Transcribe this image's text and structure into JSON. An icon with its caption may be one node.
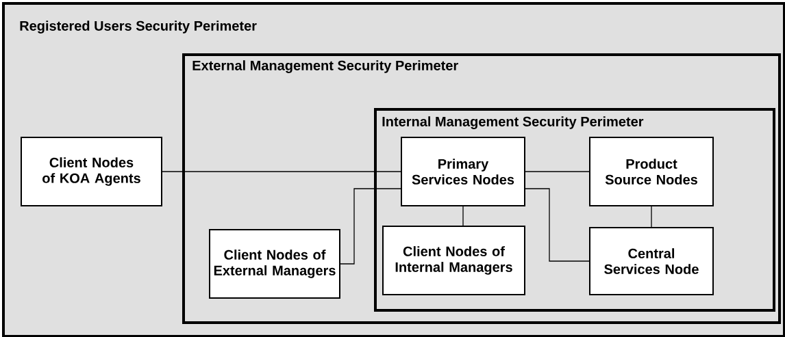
{
  "diagram": {
    "nodes": [
      {
        "text": [
          "Registered Users Security Perimeter"
        ]
      },
      {
        "text": [
          "Client Nodes of KOA Agents"
        ],
        "in": 0
      },
      {
        "text": [
          "External Management Security Perimeter"
        ],
        "in": 0
      },
      {
        "text": [
          "Client Nodes of External Managers"
        ],
        "in": 2
      },
      {
        "text": [
          "Internal Management Security Perimeter"
        ],
        "in": 2
      },
      {
        "text": [
          "Primary Services Nodes"
        ],
        "in": 4
      },
      {
        "text": [
          "Product Source Nodes"
        ],
        "in": 4
      },
      {
        "text": [
          "Client Nodes of Internal Managers"
        ],
        "in": 4
      },
      {
        "text": [
          "Central Services Node"
        ],
        "in": 4
      }
    ],
    "edges": [
      {
        "from": 1,
        "to": 5,
        "arrow": "none"
      },
      {
        "from": 3,
        "to": 5,
        "arrow": "none"
      },
      {
        "from": 5,
        "to": 6,
        "arrow": "none"
      },
      {
        "from": 5,
        "to": 7,
        "arrow": "none"
      },
      {
        "from": 5,
        "to": 8,
        "arrow": "none"
      },
      {
        "from": 6,
        "to": 8,
        "arrow": "none"
      }
    ]
  }
}
